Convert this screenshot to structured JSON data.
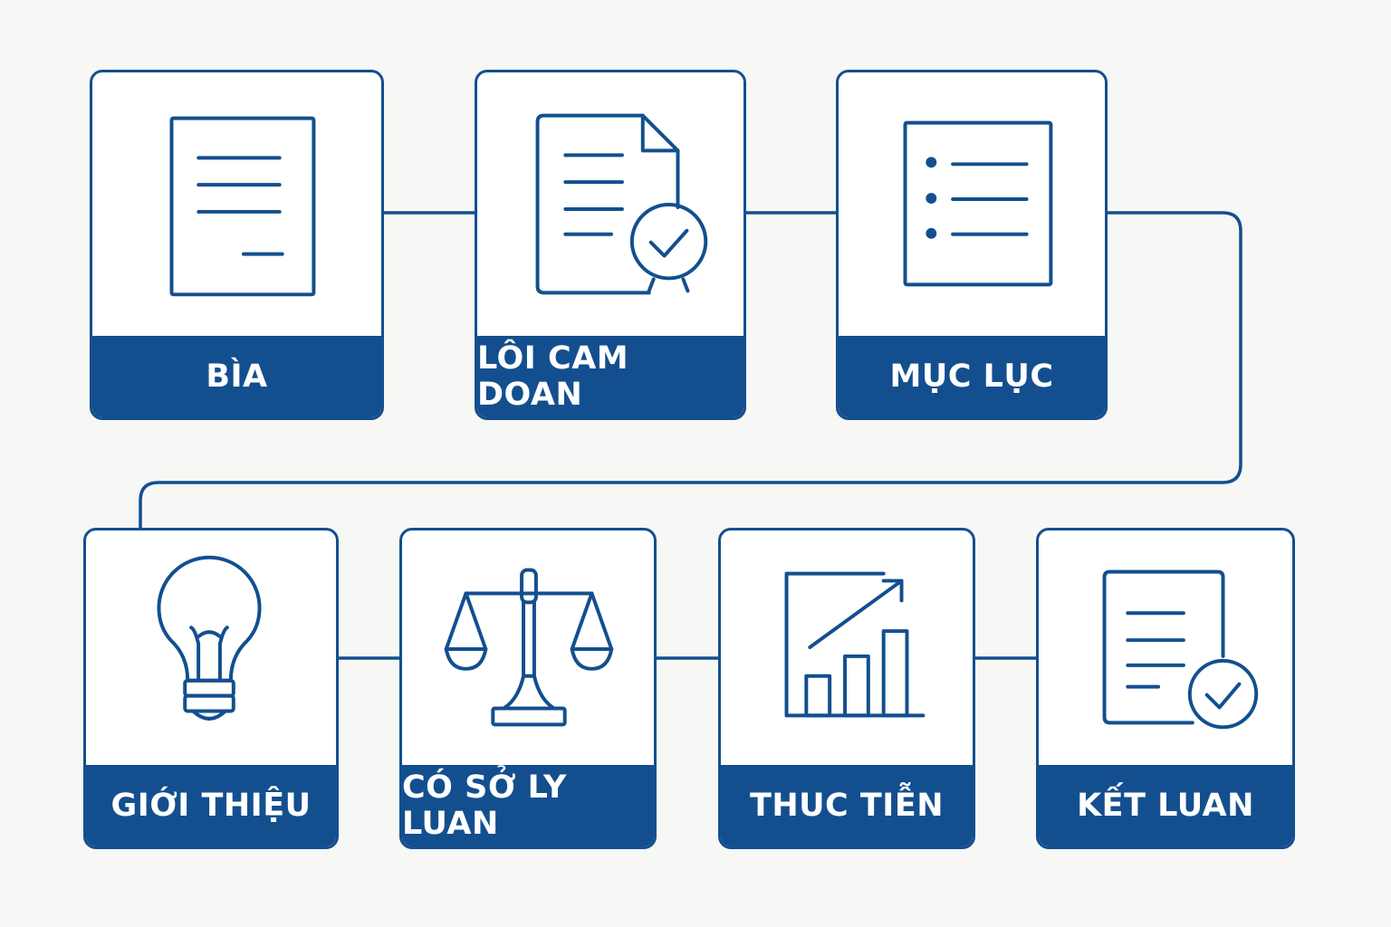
{
  "colors": {
    "accent": "#134f8f",
    "background": "#f7f7f5",
    "card": "#ffffff",
    "label_text": "#ffffff"
  },
  "steps": [
    {
      "label": "BÌA",
      "icon": "document-icon"
    },
    {
      "label": "LÔI CAM DOAN",
      "icon": "document-check-icon"
    },
    {
      "label": "MỤC LỤC",
      "icon": "list-icon"
    },
    {
      "label": "GIỚI THIỆU",
      "icon": "lightbulb-icon"
    },
    {
      "label": "CÓ SỞ LY LUAN",
      "icon": "scales-icon"
    },
    {
      "label": "THUC TIỄN",
      "icon": "growth-chart-icon"
    },
    {
      "label": "KẾT LUAN",
      "icon": "document-check-icon"
    }
  ]
}
